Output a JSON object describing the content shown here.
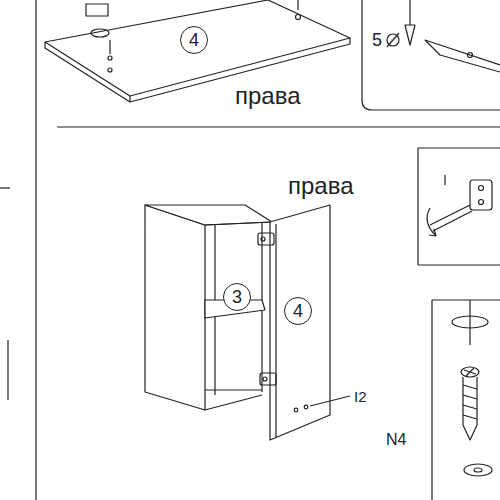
{
  "diagram": {
    "nodes": [
      {
        "text": [
          "4"
        ]
      },
      {
        "text": [
          "3"
        ]
      },
      {
        "text": [
          "4"
        ]
      }
    ],
    "labels": [
      "права",
      "5",
      "права",
      "I2",
      "N4"
    ]
  }
}
